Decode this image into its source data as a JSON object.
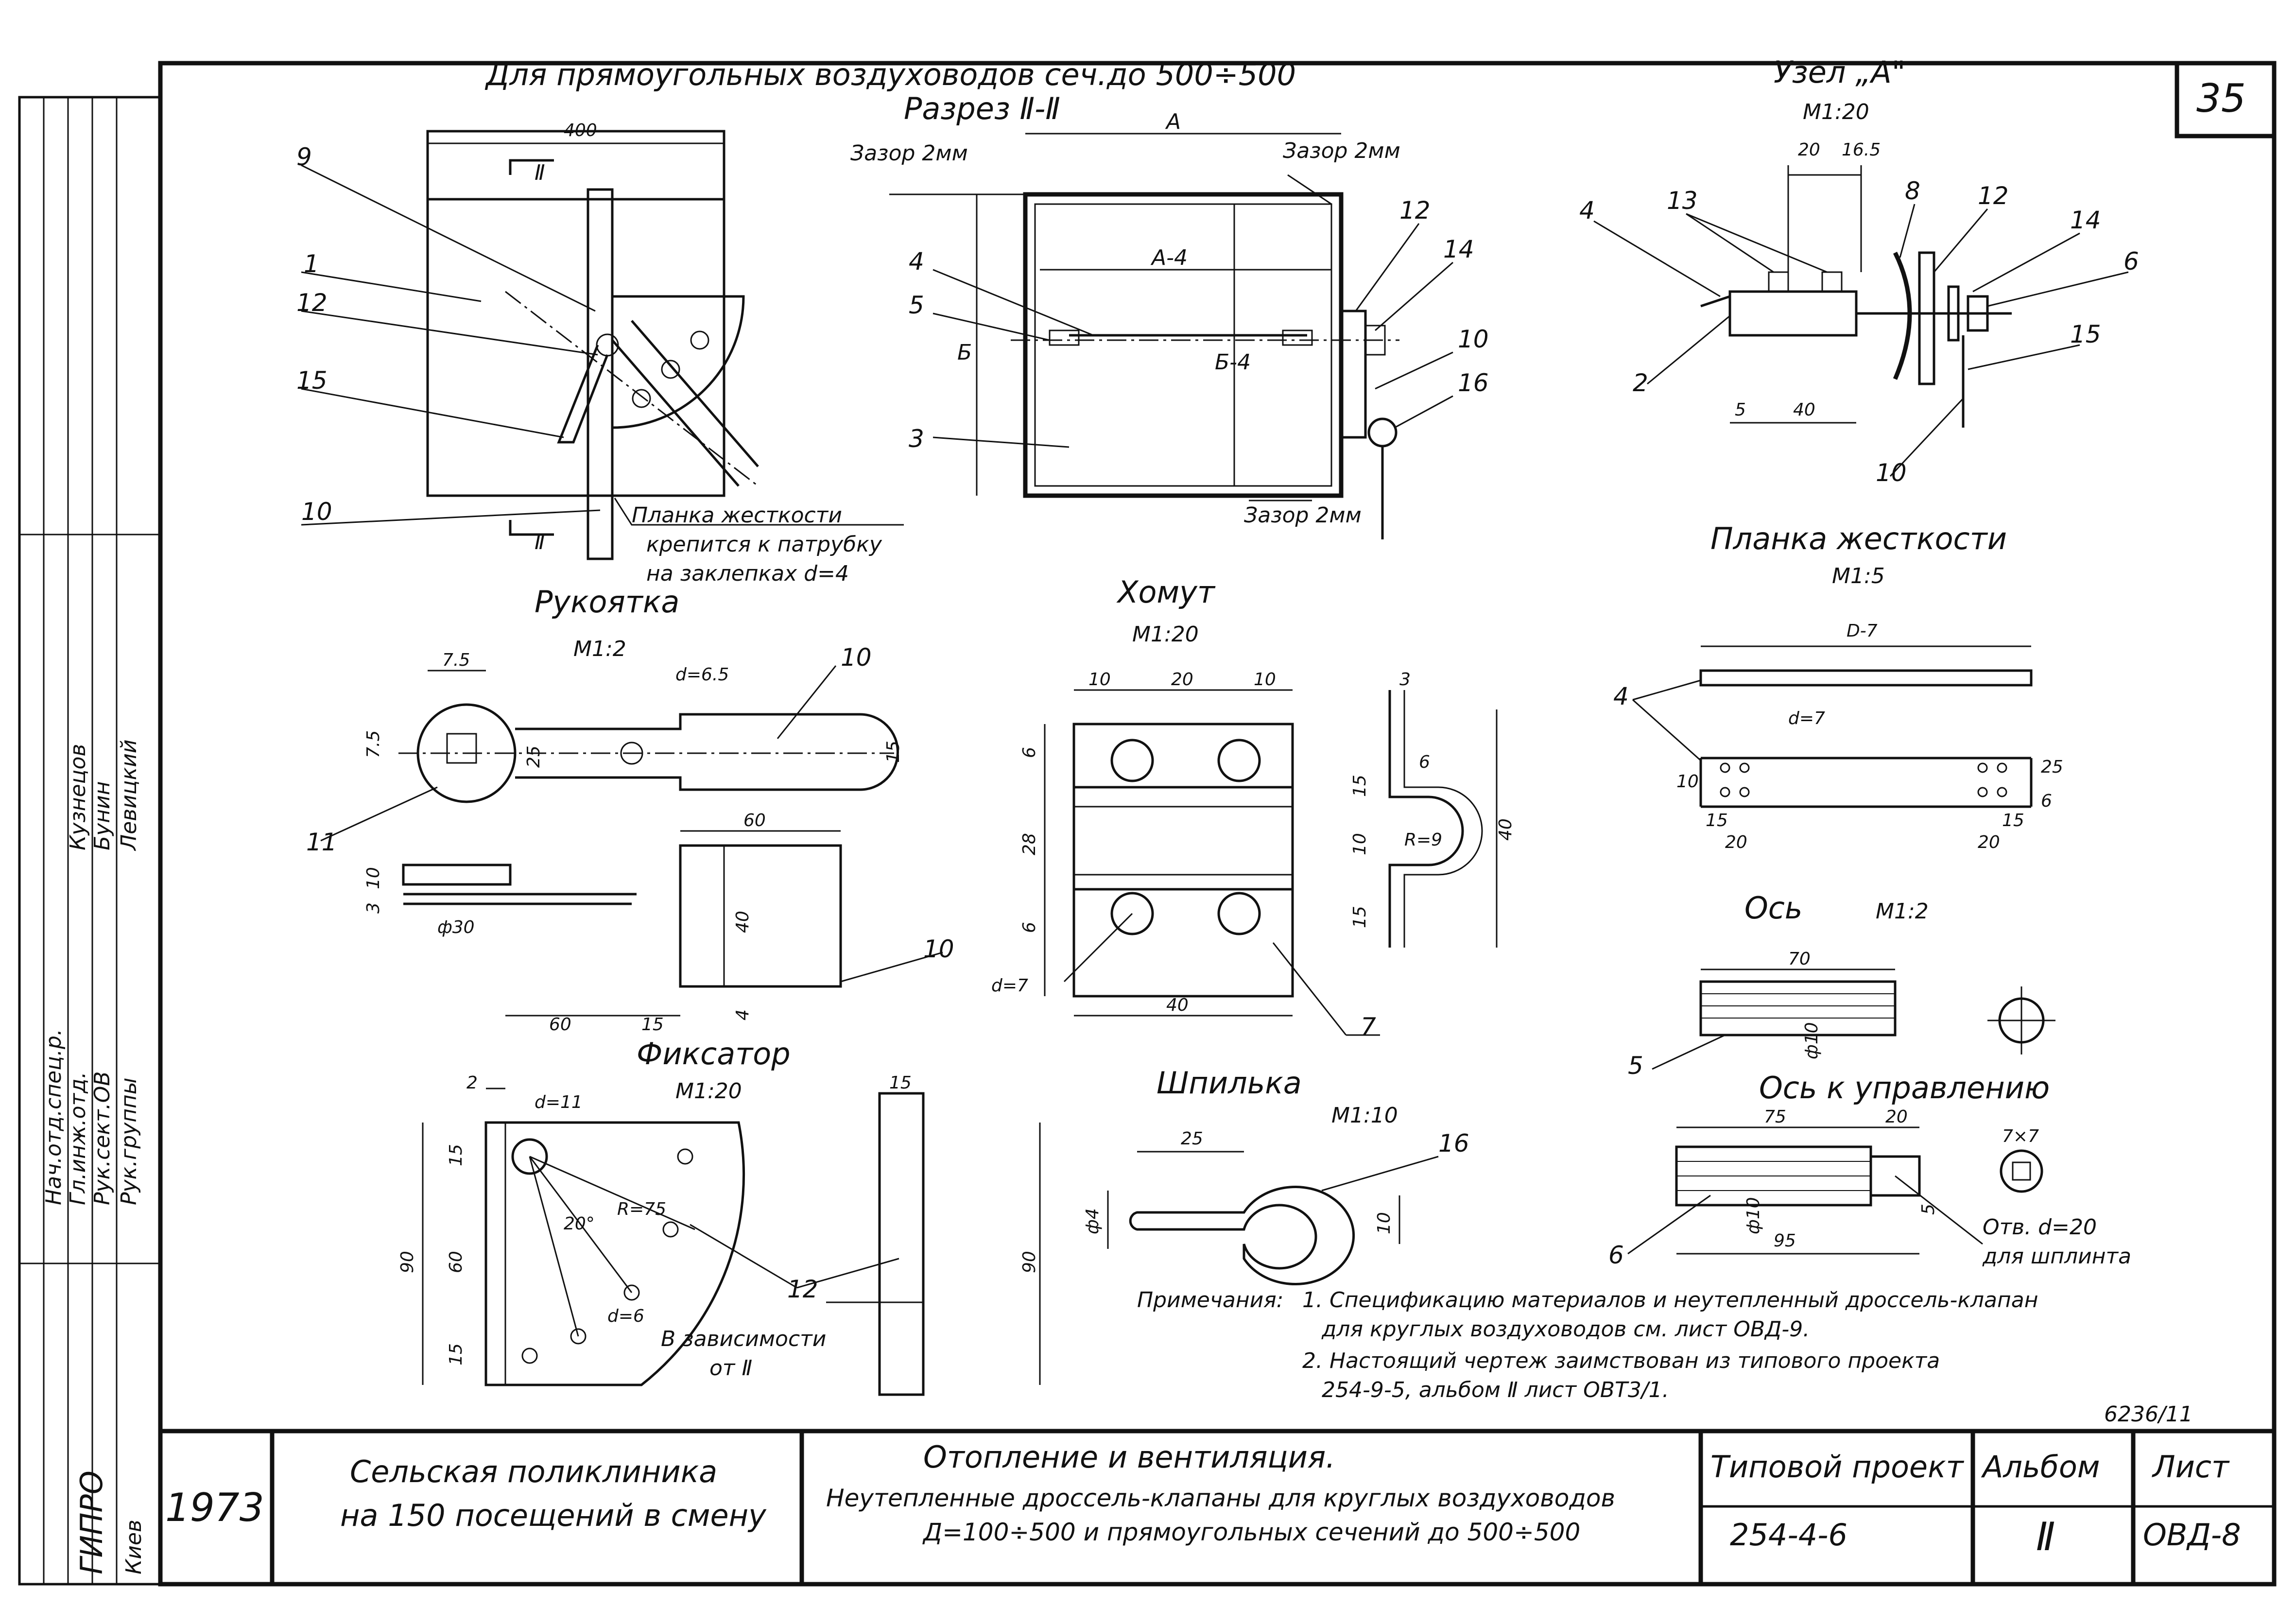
{
  "sheet_number": "35",
  "views": {
    "rect_section": {
      "title": "Для прямоугольных воздуховодов сеч.до 500÷500",
      "subtitle": "Разрез Ⅱ-Ⅱ",
      "dims": {
        "width": "400",
        "a": "A",
        "a4": "A-4",
        "b": "Б",
        "b4": "Б-4"
      },
      "gaps": {
        "g1": "Зазор 2мм",
        "g2": "Зазор 2мм",
        "g3": "Зазор 2мм"
      },
      "section_mark": "Ⅱ",
      "note_lines": [
        "Планка жесткости",
        "крепится к патрубку",
        "на заклепках d=4"
      ],
      "callouts": [
        "9",
        "1",
        "12",
        "15",
        "10",
        "4",
        "5",
        "3",
        "12",
        "14",
        "10",
        "16"
      ]
    },
    "node_a": {
      "title": "Узел „А\"",
      "scale": "М1:20",
      "dims": [
        "20",
        "16.5",
        "5",
        "40"
      ],
      "callouts": [
        "4",
        "13",
        "8",
        "12",
        "14",
        "6",
        "15",
        "2",
        "10"
      ]
    },
    "stiffener": {
      "title": "Планка жесткости",
      "scale": "М1:5",
      "dims": [
        "D-7",
        "d=7",
        "10",
        "15",
        "20",
        "25",
        "15",
        "20",
        "6"
      ],
      "callouts": [
        "4"
      ]
    },
    "handle": {
      "title": "Рукоятка",
      "scale": "М1:2",
      "dims": [
        "7.5",
        "7.5",
        "25",
        "d=6.5",
        "15",
        "10",
        "3",
        "ф30",
        "60",
        "40",
        "4",
        "60",
        "15"
      ],
      "callouts": [
        "10",
        "11",
        "10"
      ]
    },
    "clamp": {
      "title": "Хомут",
      "scale": "М1:20",
      "dims": [
        "10",
        "20",
        "10",
        "6",
        "28",
        "6",
        "d=7",
        "40",
        "3",
        "6",
        "15",
        "10",
        "15",
        "40",
        "R=9"
      ],
      "callouts": [
        "7"
      ]
    },
    "axis": {
      "title": "Ось",
      "scale": "М1:2",
      "dims": [
        "70",
        "ф10"
      ],
      "callouts": [
        "5"
      ]
    },
    "axis_control": {
      "title": "Ось к управлению",
      "dims": [
        "75",
        "20",
        "7×7",
        "5",
        "ф10",
        "95"
      ],
      "hole_note": [
        "Отв. d=20",
        "для шплинта"
      ],
      "callouts": [
        "6"
      ]
    },
    "lock": {
      "title": "Фиксатор",
      "scale": "М1:20",
      "dims": [
        "2",
        "d=11",
        "15",
        "60",
        "90",
        "15",
        "R=75",
        "20°",
        "d=6",
        "15",
        "90"
      ],
      "dependency": [
        "В зависимости",
        "от Ⅱ"
      ],
      "callouts": [
        "12"
      ]
    },
    "pin": {
      "title": "Шпилька",
      "scale": "М1:10",
      "dims": [
        "25",
        "ф4",
        "10"
      ],
      "callouts": [
        "16"
      ]
    }
  },
  "notes": {
    "heading": "Примечания:",
    "items": [
      "1. Спецификацию материалов и неутепленный дроссель-клапан",
      "для круглых воздуховодов см. лист ОВД-9.",
      "2. Настоящий чертеж заимствован из типового проекта",
      "254-9-5, альбом Ⅱ лист ОВТ3/1."
    ]
  },
  "inventory_number": "6236/11",
  "title_block": {
    "year": "1973",
    "object": [
      "Сельская поликлиника",
      "на 150 посещений в смену"
    ],
    "title": [
      "Отопление и вентиляция.",
      "Неутепленные дроссель-клапаны для круглых воздуховодов",
      "Д=100÷500 и прямоугольных сечений до 500÷500"
    ],
    "project_label": "Типовой проект",
    "project_number": "254-4-6",
    "album_label": "Альбом",
    "album_number": "Ⅱ",
    "sheet_label": "Лист",
    "sheet_code": "ОВД-8"
  },
  "stamp": {
    "roles": [
      "Нач.отд.спец.р.",
      "Гл.инж.отд.",
      "Рук.сект.ОВ",
      "Рук.группы"
    ],
    "names": [
      "Кузнецов",
      "Бунин",
      "Левицкий"
    ],
    "org": [
      "ГИПРО",
      "Киев"
    ]
  }
}
